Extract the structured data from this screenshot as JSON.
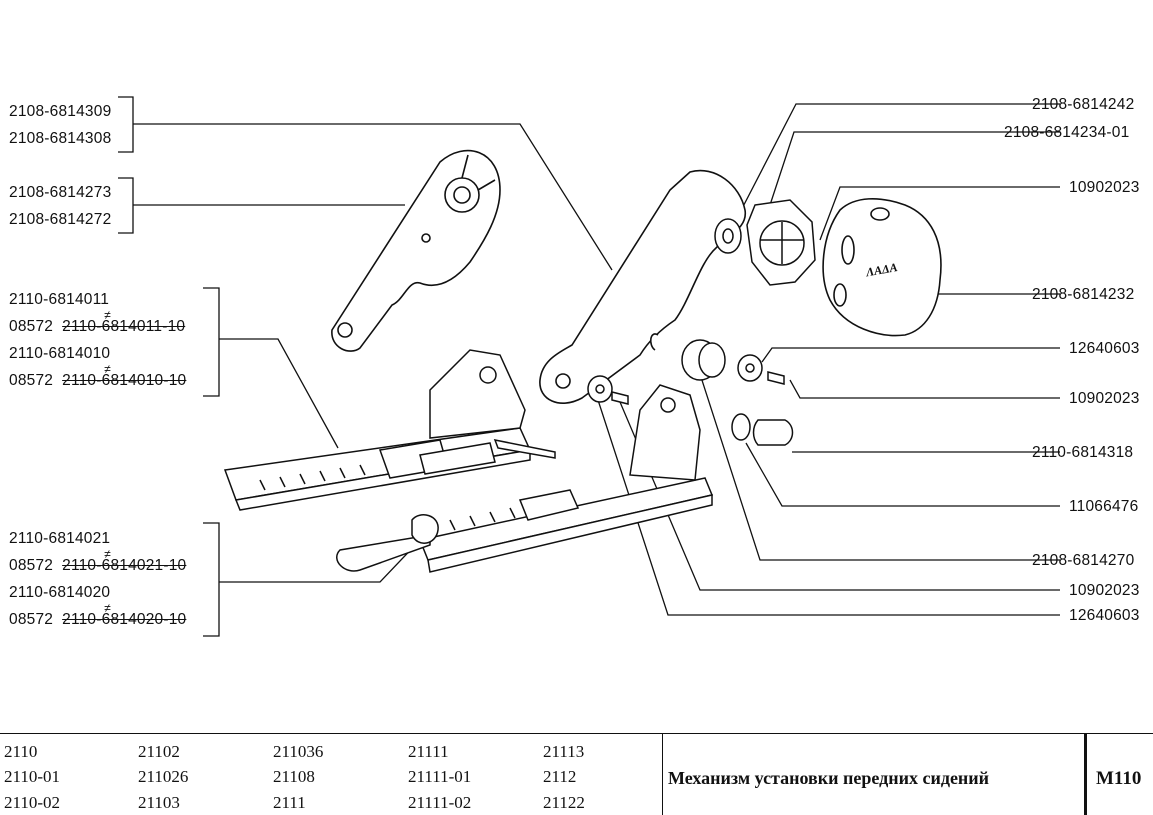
{
  "left_labels": {
    "g1": [
      "2108-6814309",
      "2108-6814308"
    ],
    "g2": [
      "2108-6814273",
      "2108-6814272"
    ],
    "g3": [
      {
        "prefix": "",
        "code": "2110-6814011",
        "struck": false
      },
      {
        "prefix": "08572",
        "code": "2110-6814011-10",
        "struck": true
      },
      {
        "prefix": "",
        "code": "2110-6814010",
        "struck": false
      },
      {
        "prefix": "08572",
        "code": "2110-6814010-10",
        "struck": true
      }
    ],
    "g4": [
      {
        "prefix": "",
        "code": "2110-6814021",
        "struck": false
      },
      {
        "prefix": "08572",
        "code": "2110-6814021-10",
        "struck": true
      },
      {
        "prefix": "",
        "code": "2110-6814020",
        "struck": false
      },
      {
        "prefix": "08572",
        "code": "2110-6814020-10",
        "struck": true
      }
    ],
    "neq_symbol": "≠"
  },
  "right_labels": [
    "2108-6814242",
    "2108-6814234-01",
    "10902023",
    "2108-6814232",
    "12640603",
    "10902023",
    "2110-6814318",
    "11066476",
    "2108-6814270",
    "10902023",
    "12640603"
  ],
  "emblem_text": "ΛΑΔΑ",
  "footer": {
    "models": [
      [
        "2110",
        "21102",
        "211036",
        "21111",
        "21113"
      ],
      [
        "2110-01",
        "211026",
        "21108",
        "21111-01",
        "2112"
      ],
      [
        "2110-02",
        "21103",
        "2111",
        "21111-02",
        "21122"
      ]
    ],
    "title": "Механизм установки передних сидений",
    "code": "M110"
  }
}
